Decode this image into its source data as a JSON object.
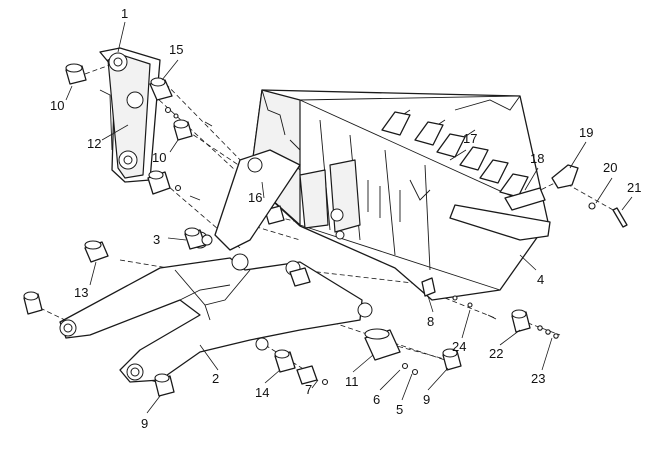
{
  "callouts": {
    "c1": "1",
    "c2": "2",
    "c3": "3",
    "c4": "4",
    "c5": "5",
    "c6": "6",
    "c7": "7",
    "c8": "8",
    "c9a": "9",
    "c9b": "9",
    "c10a": "10",
    "c10b": "10",
    "c11": "11",
    "c12": "12",
    "c13": "13",
    "c14": "14",
    "c15": "15",
    "c16": "16",
    "c17": "17",
    "c18": "18",
    "c19": "19",
    "c20": "20",
    "c21": "21",
    "c22": "22",
    "c23": "23",
    "c24": "24"
  }
}
